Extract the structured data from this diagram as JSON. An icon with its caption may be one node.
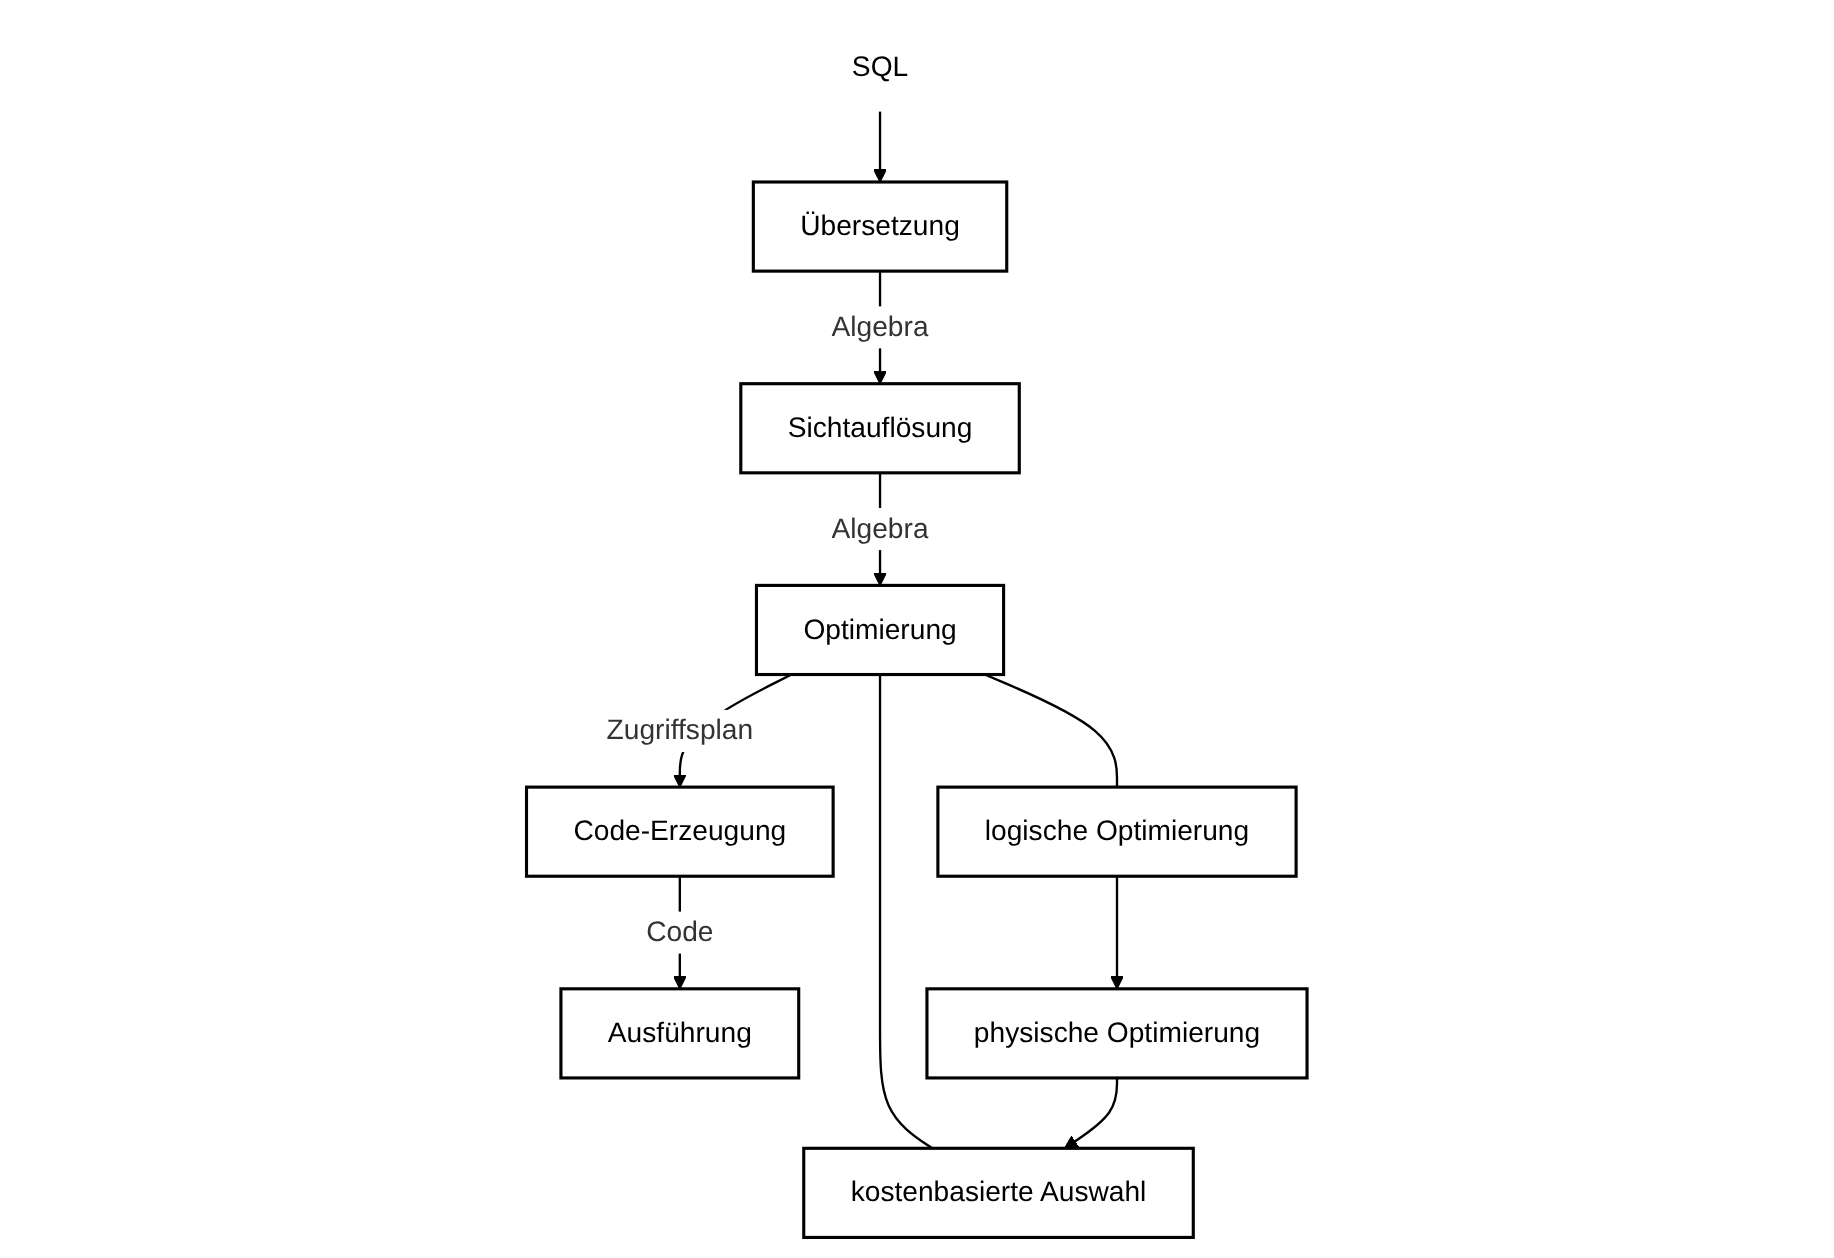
{
  "diagram": {
    "nodes": [
      {
        "text": [
          "SQL"
        ]
      },
      {
        "text": [
          "Übersetzung"
        ]
      },
      {
        "text": [
          "Sichtauflösung"
        ]
      },
      {
        "text": [
          "Optimierung"
        ]
      },
      {
        "text": [
          "Code-Erzeugung"
        ]
      },
      {
        "text": [
          "Ausführung"
        ]
      },
      {
        "text": [
          "logische Optimierung"
        ]
      },
      {
        "text": [
          "physische Optimierung"
        ]
      },
      {
        "text": [
          "kostenbasierte Auswahl"
        ]
      }
    ],
    "edges": [
      {
        "from": 0,
        "to": 1,
        "arrow": "to"
      },
      {
        "from": 1,
        "to": 2,
        "arrow": "to",
        "label": "Algebra"
      },
      {
        "from": 2,
        "to": 3,
        "arrow": "to",
        "label": "Algebra"
      },
      {
        "from": 3,
        "to": 4,
        "arrow": "to",
        "label": "Zugriffsplan"
      },
      {
        "from": 4,
        "to": 5,
        "arrow": "to",
        "label": "Code"
      },
      {
        "from": 3,
        "to": 6,
        "arrow": "none"
      },
      {
        "from": 3,
        "to": 8,
        "arrow": "none"
      },
      {
        "from": 6,
        "to": 7,
        "arrow": "to"
      },
      {
        "from": 7,
        "to": 8,
        "arrow": "to"
      }
    ]
  }
}
